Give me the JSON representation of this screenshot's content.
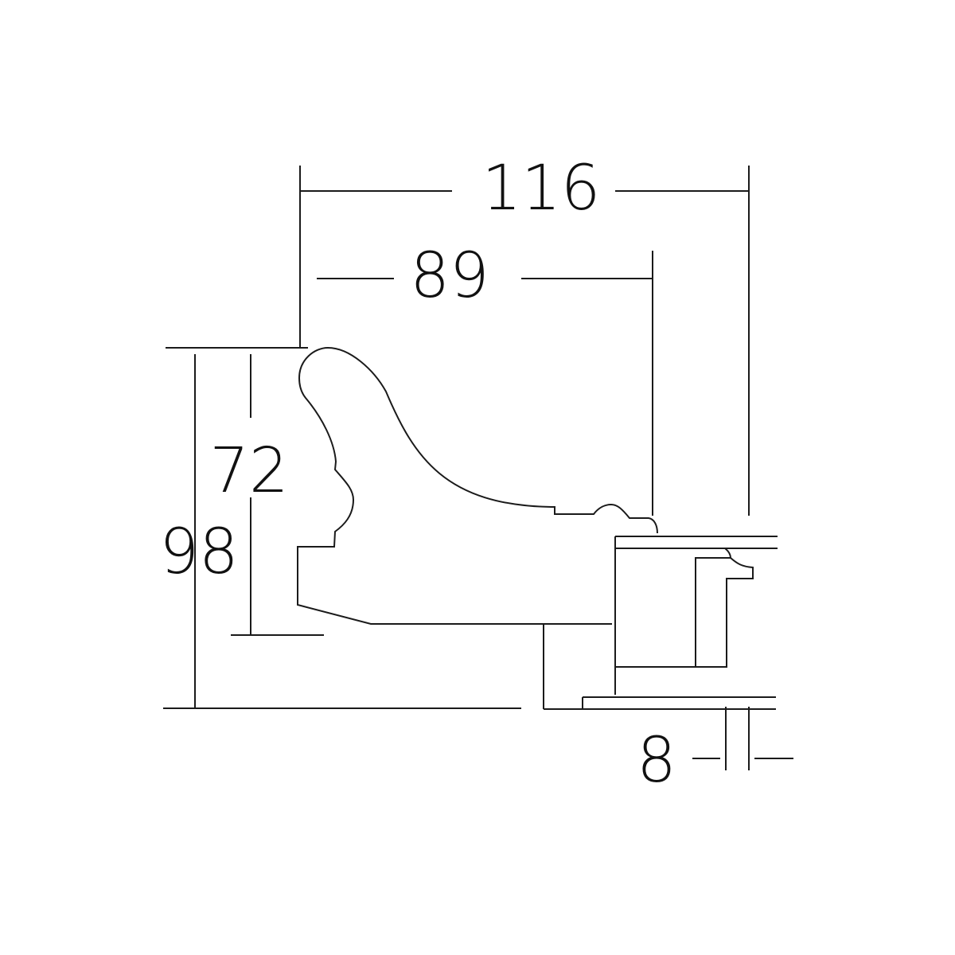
{
  "diagram": {
    "dimensions": {
      "total_width": "116",
      "sight_width": "89",
      "total_height": "98",
      "profile_height": "72",
      "rebate": "8"
    },
    "line_color": "#1a1a1a"
  }
}
